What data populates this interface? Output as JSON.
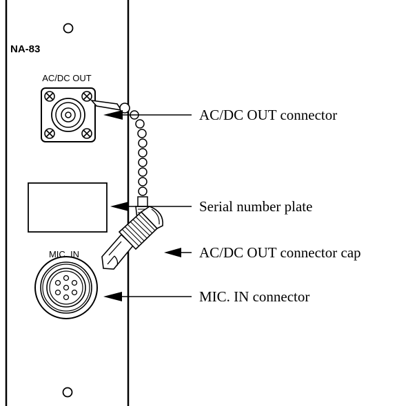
{
  "panel": {
    "model": "NA-83",
    "acdc_label": "AC/DC OUT",
    "mic_label": "MIC. IN"
  },
  "callouts": {
    "acdc_connector": "AC/DC OUT connector",
    "serial_plate": "Serial number plate",
    "connector_cap": "AC/DC OUT connector cap",
    "mic_connector": "MIC. IN connector"
  },
  "colors": {
    "line": "#000000",
    "background": "#ffffff"
  }
}
